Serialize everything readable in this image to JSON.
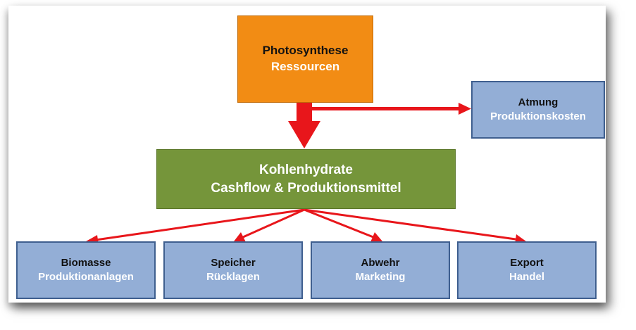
{
  "diagram": {
    "top": {
      "title": "Photosynthese",
      "subtitle": "Ressourcen"
    },
    "side": {
      "title": "Atmung",
      "subtitle": "Produktionskosten"
    },
    "center": {
      "title": "Kohlenhydrate",
      "subtitle": "Cashflow & Produktionsmittel"
    },
    "bottom": [
      {
        "title": "Biomasse",
        "subtitle": "Produktionanlagen"
      },
      {
        "title": "Speicher",
        "subtitle": "Rücklagen"
      },
      {
        "title": "Abwehr",
        "subtitle": "Marketing"
      },
      {
        "title": "Export",
        "subtitle": "Handel"
      }
    ],
    "colors": {
      "arrow": "#e8161b",
      "top_box": "#f28c14",
      "center_box": "#75953a",
      "leaf_box": "#93aed6",
      "leaf_border": "#3f5f8f"
    }
  }
}
